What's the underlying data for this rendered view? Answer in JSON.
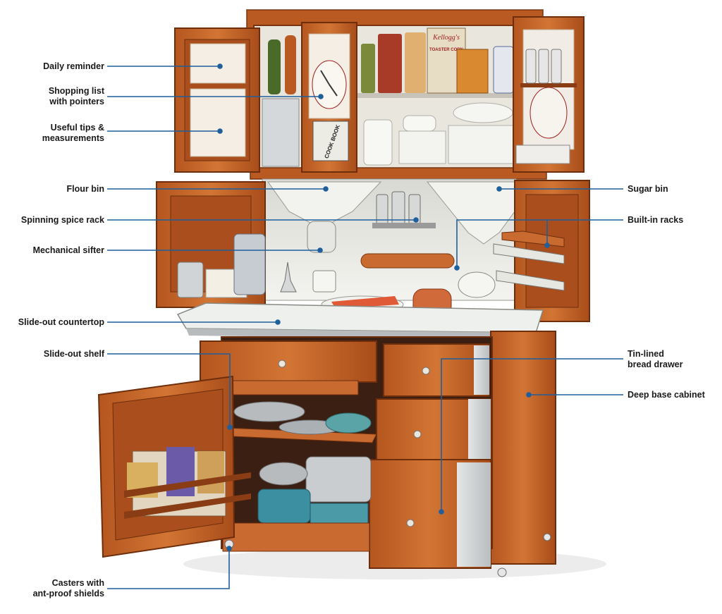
{
  "colors": {
    "leader": "#1f5f9c",
    "wood": "#c8682c",
    "wood_dark": "#8a3d14",
    "wood_light": "#de8a4c",
    "interior": "#e8e6df",
    "enamel": "#f2f4f0",
    "metal": "#c9ccce"
  },
  "callouts": {
    "daily_reminder": {
      "lines": [
        "Daily reminder"
      ]
    },
    "shopping_list": {
      "lines": [
        "Shopping list",
        "with pointers"
      ]
    },
    "useful_tips": {
      "lines": [
        "Useful tips &",
        "measurements"
      ]
    },
    "flour_bin": {
      "lines": [
        "Flour bin"
      ]
    },
    "spice_rack": {
      "lines": [
        "Spinning spice rack"
      ]
    },
    "sifter": {
      "lines": [
        "Mechanical sifter"
      ]
    },
    "countertop": {
      "lines": [
        "Slide-out countertop"
      ]
    },
    "slide_shelf": {
      "lines": [
        "Slide-out shelf"
      ]
    },
    "casters": {
      "lines": [
        "Casters with",
        "ant-proof shields"
      ]
    },
    "sugar_bin": {
      "lines": [
        "Sugar bin"
      ]
    },
    "built_in_racks": {
      "lines": [
        "Built-in racks"
      ]
    },
    "bread_drawer": {
      "lines": [
        "Tin-lined",
        "bread drawer"
      ]
    },
    "base_cabinet": {
      "lines": [
        "Deep base cabinet"
      ]
    }
  },
  "printed_labels": {
    "cookbook": "COOK BOOK",
    "kelloggs": "Kellogg's",
    "toaster_corn": "TOASTER CORN"
  }
}
